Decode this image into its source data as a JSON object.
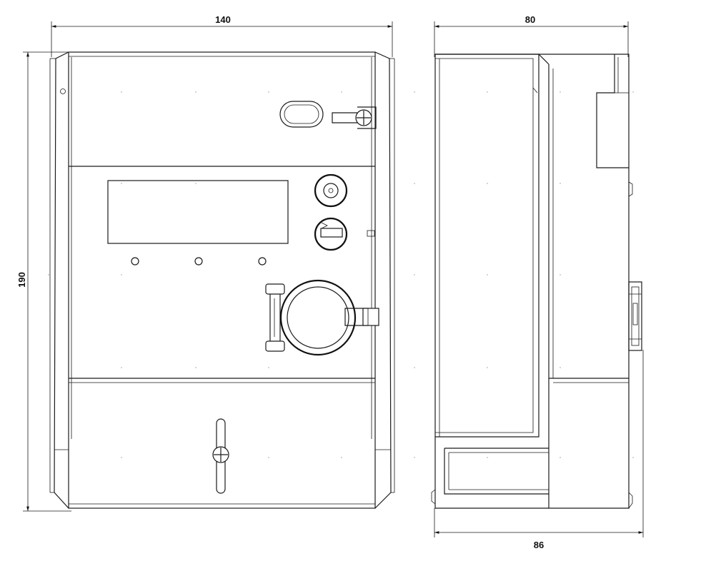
{
  "dimensions": {
    "front_width": "140",
    "side_depth_top": "80",
    "height": "190",
    "side_depth_bottom": "86"
  },
  "colors": {
    "line": "#1a1a1a",
    "background": "#ffffff"
  }
}
